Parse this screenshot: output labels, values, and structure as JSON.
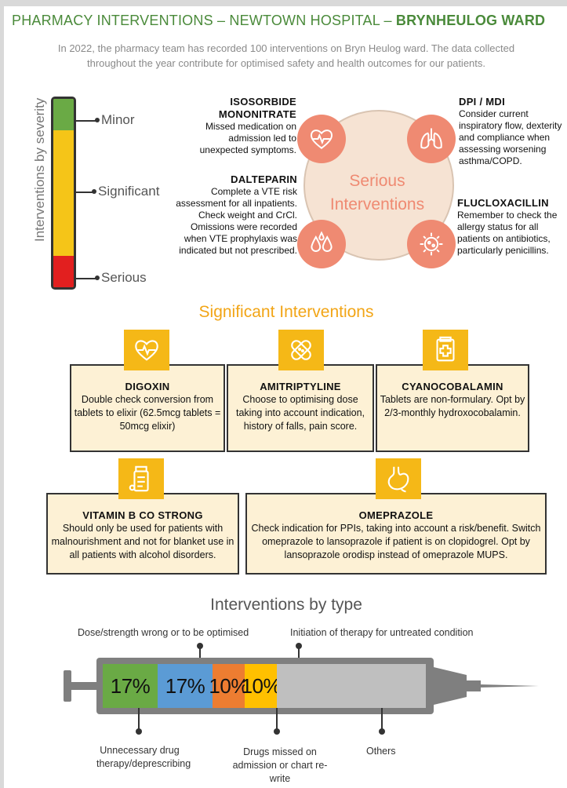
{
  "header": {
    "title_regular": "PHARMACY INTERVENTIONS – NEWTOWN HOSPITAL – ",
    "title_bold": "BRYNHEULOG WARD",
    "intro": "In 2022, the pharmacy team has recorded 100 interventions on Bryn Heulog ward. The data collected throughout the year contribute for optimised safety and health outcomes for our patients."
  },
  "severity": {
    "axis_label": "Interventions by severity",
    "levels": [
      "Minor",
      "Significant",
      "Serious"
    ],
    "colors": {
      "minor": "#6aaa45",
      "significant": "#f5c518",
      "serious": "#e21f1f"
    }
  },
  "serious": {
    "center_title": "Serious Interventions",
    "items": [
      {
        "name": "ISOSORBIDE MONONITRATE",
        "text": "Missed medication on admission led to unexpected symptoms.",
        "icon": "heart-icon"
      },
      {
        "name": "DPI / MDI",
        "text": "Consider current inspiratory flow, dexterity and compliance when assessing worsening asthma/COPD.",
        "icon": "lungs-icon"
      },
      {
        "name": "DALTEPARIN",
        "text": "Complete a VTE risk assessment for all inpatients. Check weight and CrCl. Omissions were recorded when VTE prophylaxis was indicated but not prescribed.",
        "icon": "blood-drops-icon"
      },
      {
        "name": "FLUCLOXACILLIN",
        "text": "Remember to check the allergy status for all patients on antibiotics, particularly penicillins.",
        "icon": "bacteria-icon"
      }
    ]
  },
  "significant": {
    "title": "Significant Interventions",
    "cards": [
      {
        "name": "DIGOXIN",
        "text": "Double check conversion from tablets to elixir (62.5mcg tablets = 50mcg elixir)",
        "icon": "heart-icon"
      },
      {
        "name": "AMITRIPTYLINE",
        "text": "Choose to optimising dose taking into account indication, history of falls, pain score.",
        "icon": "bandage-icon"
      },
      {
        "name": "CYANOCOBALAMIN",
        "text": "Tablets are non-formulary. Opt by 2/3-monthly hydroxocobalamin.",
        "icon": "medicine-box-icon"
      },
      {
        "name": "VITAMIN B CO STRONG",
        "text": "Should only be used for patients with malnourishment and not for blanket use in all patients with alcohol disorders.",
        "icon": "pill-bottle-icon"
      },
      {
        "name": "OMEPRAZOLE",
        "text": "Check indication for PPIs, taking into account a risk/benefit. Switch omeprazole to lansoprazole if patient is on clopidogrel. Opt by lansoprazole orodisp instead of omeprazole MUPS.",
        "icon": "stomach-icon"
      }
    ]
  },
  "by_type": {
    "title": "Interventions by type",
    "segments": [
      {
        "label": "Unnecessary drug therapy/deprescribing",
        "value": "17%",
        "pct": 17,
        "color": "#6aaa45"
      },
      {
        "label": "Dose/strength wrong or to be optimised",
        "value": "17%",
        "pct": 17,
        "color": "#5b9bd5"
      },
      {
        "label": "Drugs missed on admission or chart re-write",
        "value": "10%",
        "pct": 10,
        "color": "#ed7d31"
      },
      {
        "label": "Initiation of therapy for untreated condition",
        "value": "10%",
        "pct": 10,
        "color": "#ffc000"
      },
      {
        "label": "Others",
        "value": "",
        "pct": 46,
        "color": "#bfbfbf"
      }
    ]
  }
}
